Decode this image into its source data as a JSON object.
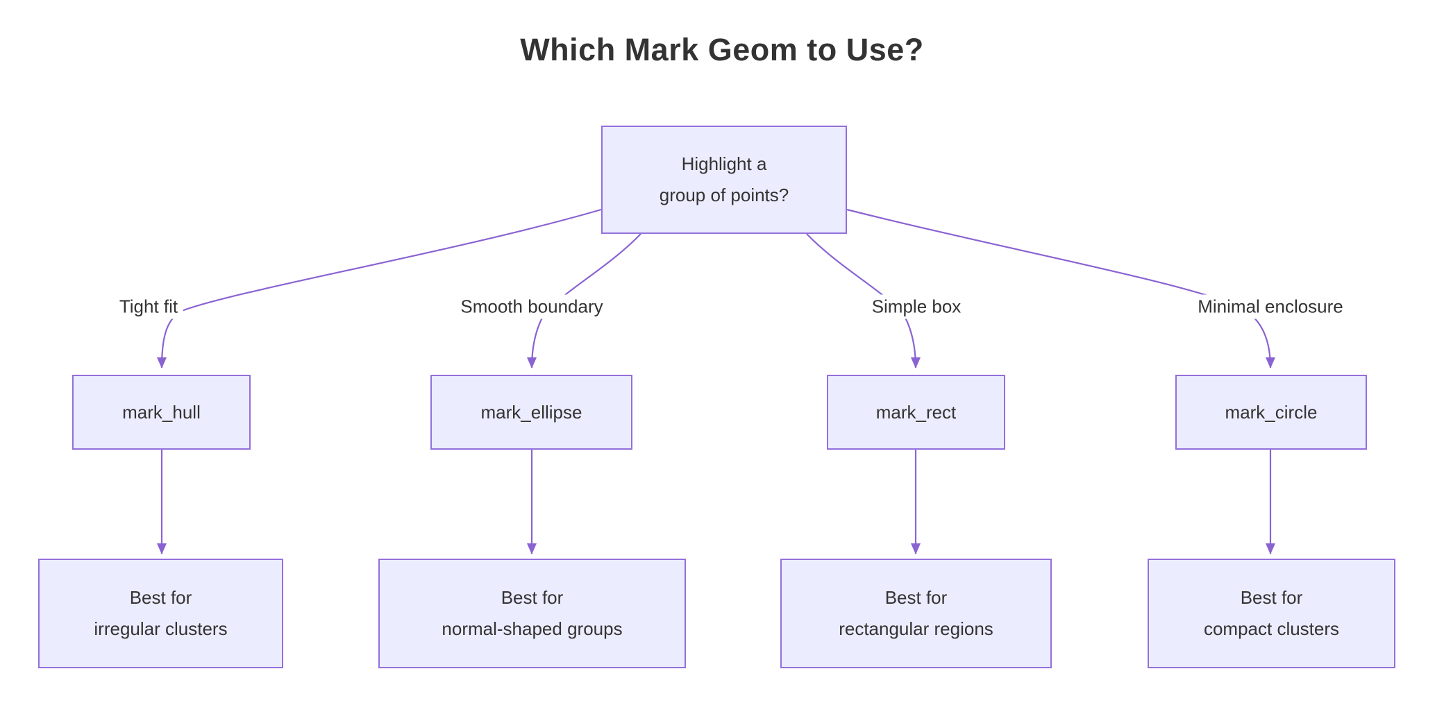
{
  "title": "Which Mark Geom to Use?",
  "root": {
    "line1": "Highlight a",
    "line2": "group of points?"
  },
  "branches": [
    {
      "edge_label": "Tight fit",
      "mark_label": "mark_hull",
      "result_line1": "Best for",
      "result_line2": "irregular clusters"
    },
    {
      "edge_label": "Smooth boundary",
      "mark_label": "mark_ellipse",
      "result_line1": "Best for",
      "result_line2": "normal-shaped groups"
    },
    {
      "edge_label": "Simple box",
      "mark_label": "mark_rect",
      "result_line1": "Best for",
      "result_line2": "rectangular regions"
    },
    {
      "edge_label": "Minimal enclosure",
      "mark_label": "mark_circle",
      "result_line1": "Best for",
      "result_line2": "compact clusters"
    }
  ],
  "colors": {
    "node_fill": "#ECECFF",
    "node_border": "#9370DB",
    "edge_stroke": "#8A63D2",
    "text_color": "#333333",
    "title_color": "#333333",
    "background": "#FFFFFF"
  }
}
